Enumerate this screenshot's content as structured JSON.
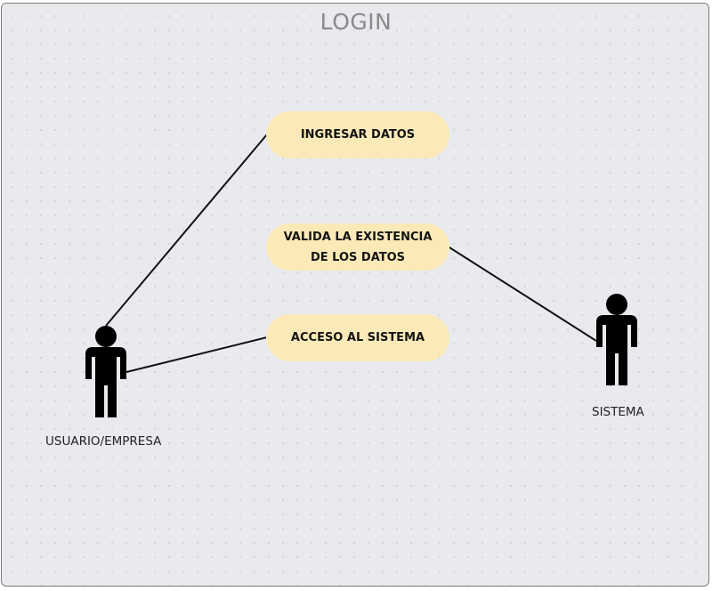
{
  "diagram": {
    "title": "LOGIN",
    "actors": [
      {
        "id": "usuario",
        "label": "USUARIO/EMPRESA"
      },
      {
        "id": "sistema",
        "label": "SISTEMA"
      }
    ],
    "use_cases": [
      {
        "id": "ingresar",
        "label": "INGRESAR DATOS"
      },
      {
        "id": "valida",
        "label": "VALIDA LA EXISTENCIA DE LOS DATOS"
      },
      {
        "id": "acceso",
        "label": "ACCESO AL SISTEMA"
      }
    ],
    "associations": [
      {
        "from": "usuario",
        "to": "ingresar"
      },
      {
        "from": "usuario",
        "to": "acceso"
      },
      {
        "from": "sistema",
        "to": "valida"
      }
    ],
    "colors": {
      "use_case_fill": "#fbeab8",
      "actor": "#000000",
      "background": "#e9eaee",
      "title": "#8a8a8a"
    }
  }
}
